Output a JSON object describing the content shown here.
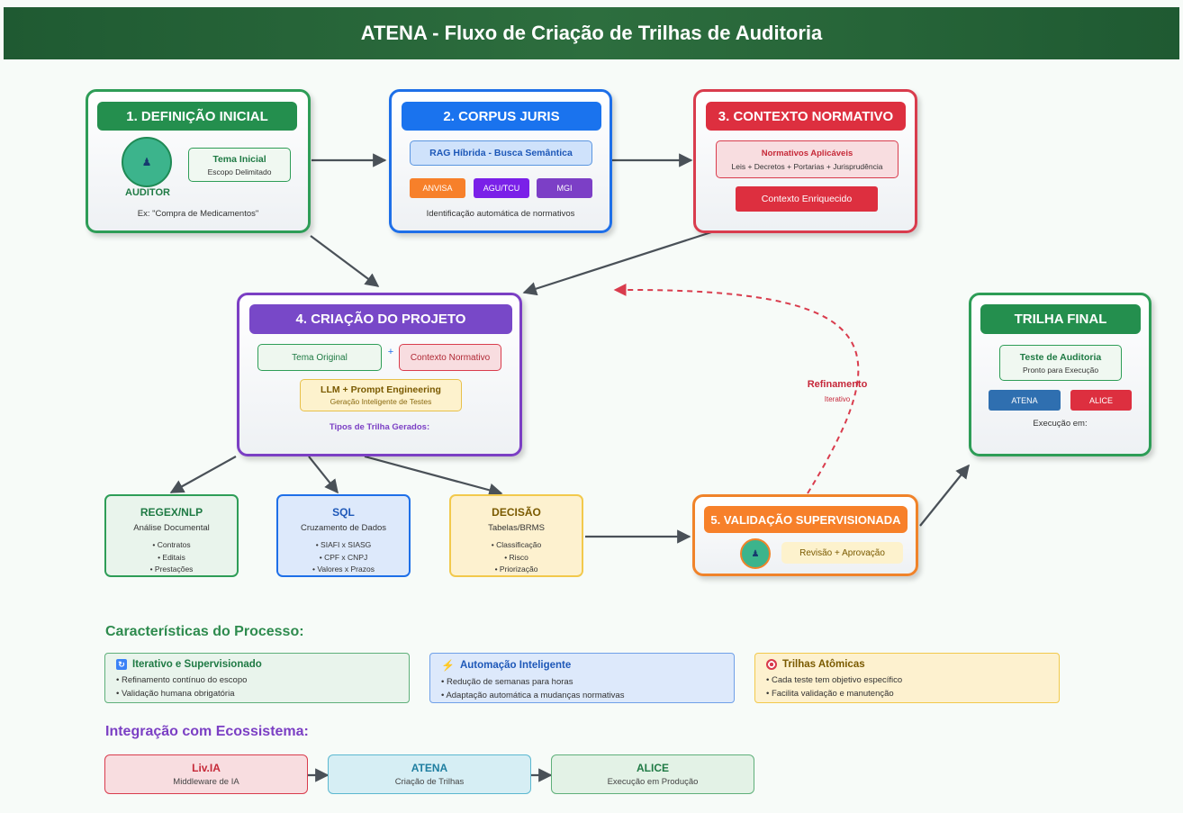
{
  "header": {
    "title": "ATENA - Fluxo de Criação de Trilhas de Auditoria"
  },
  "colors": {
    "green": "#2e9d57",
    "blue": "#1e6fe8",
    "red": "#d93c4d",
    "purple": "#7b3fc4",
    "orange": "#f0832a",
    "yellow": "#f2c94c",
    "teal_avatar": "#3cb48c"
  },
  "step1": {
    "title": "1. DEFINIÇÃO INICIAL",
    "avatar_label": "AUDITOR",
    "tema_title": "Tema Inicial",
    "tema_sub": "Escopo Delimitado",
    "example": "Ex: \"Compra de Medicamentos\""
  },
  "step2": {
    "title": "2. CORPUS JURIS",
    "rag": "RAG Híbrida - Busca Semântica",
    "sources": [
      "ANVISA",
      "AGU/TCU",
      "MGI"
    ],
    "caption": "Identificação automática de normativos"
  },
  "step3": {
    "title": "3. CONTEXTO NORMATIVO",
    "norm_title": "Normativos Aplicáveis",
    "norm_sub": "Leis + Decretos + Portarias + Jurisprudência",
    "enriched": "Contexto Enriquecido"
  },
  "step4": {
    "title": "4. CRIAÇÃO DO PROJETO",
    "tema_original": "Tema Original",
    "plus": "+",
    "contexto": "Contexto Normativo",
    "llm_title": "LLM + Prompt Engineering",
    "llm_sub": "Geração Inteligente de Testes",
    "types_caption": "Tipos de Trilha Gerados:"
  },
  "final": {
    "title": "TRILHA FINAL",
    "test_title": "Teste de Auditoria",
    "test_sub": "Pronto para Execução",
    "targets": [
      "ATENA",
      "ALICE"
    ],
    "caption": "Execução em:"
  },
  "refinement": {
    "title": "Refinamento",
    "sub": "Iterativo"
  },
  "types": [
    {
      "title": "REGEX/NLP",
      "subtitle": "Análise Documental",
      "items": [
        "• Contratos",
        "• Editais",
        "• Prestações"
      ]
    },
    {
      "title": "SQL",
      "subtitle": "Cruzamento de Dados",
      "items": [
        "• SIAFI x SIASG",
        "• CPF x CNPJ",
        "• Valores x Prazos"
      ]
    },
    {
      "title": "DECISÃO",
      "subtitle": "Tabelas/BRMS",
      "items": [
        "• Classificação",
        "• Risco",
        "• Priorização"
      ]
    }
  ],
  "step5": {
    "title": "5. VALIDAÇÃO SUPERVISIONADA",
    "review": "Revisão + Aprovação"
  },
  "characteristics": {
    "heading": "Características do Processo:",
    "cards": [
      {
        "icon": "refresh-icon",
        "title": "Iterativo e Supervisionado",
        "lines": [
          "• Refinamento contínuo do escopo",
          "• Validação humana obrigatória"
        ]
      },
      {
        "icon": "lightning-icon",
        "title": "Automação Inteligente",
        "lines": [
          "• Redução de semanas para horas",
          "• Adaptação automática a mudanças normativas"
        ]
      },
      {
        "icon": "target-icon",
        "title": "Trilhas Atômicas",
        "lines": [
          "• Cada teste tem objetivo específico",
          "• Facilita validação e manutenção"
        ]
      }
    ]
  },
  "ecosystem": {
    "heading": "Integração com Ecossistema:",
    "items": [
      {
        "name": "Liv.IA",
        "desc": "Middleware de IA"
      },
      {
        "name": "ATENA",
        "desc": "Criação de Trilhas"
      },
      {
        "name": "ALICE",
        "desc": "Execução em Produção"
      }
    ]
  }
}
